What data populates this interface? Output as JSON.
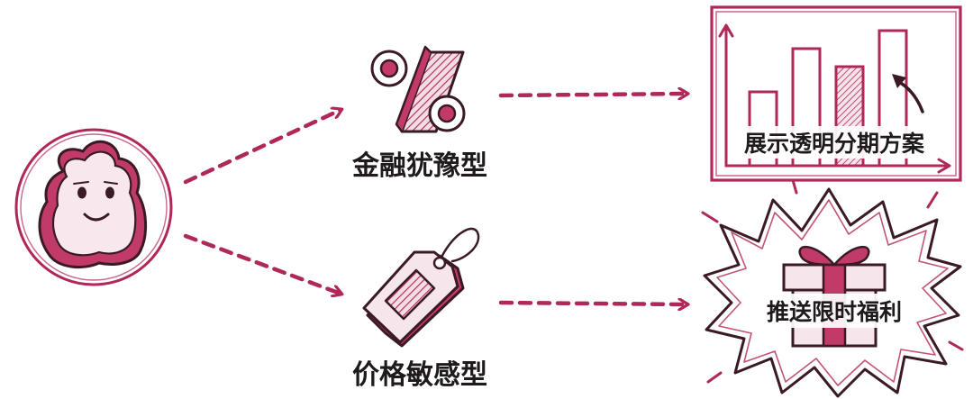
{
  "nodes": {
    "financial_type": {
      "label": "金融犹豫型"
    },
    "price_type": {
      "label": "价格敏感型"
    },
    "installment_action": {
      "label": "展示透明分期方案"
    },
    "benefit_action": {
      "label": "推送限时福利"
    }
  },
  "colors": {
    "accent": "#b0285a",
    "accent_light": "#f0d6df",
    "ink": "#3a1a24",
    "text": "#1f1a1c"
  }
}
